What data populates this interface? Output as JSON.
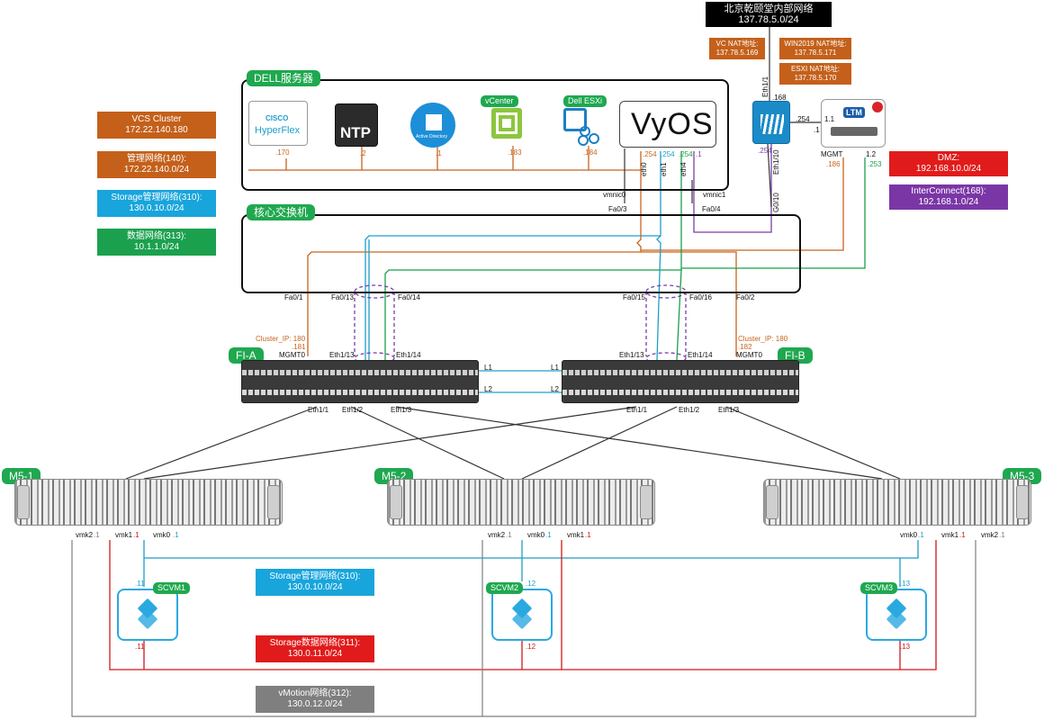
{
  "groups": {
    "dell_label": "DELL服务器",
    "core_label": "核心交换机"
  },
  "networks": {
    "beijing": [
      "北京乾颐堂内部网络",
      "137.78.5.0/24"
    ],
    "vc_nat": [
      "VC NAT地址:",
      "137.78.5.169"
    ],
    "win2019_nat": [
      "WIN2019 NAT地址:",
      "137.78.5.171"
    ],
    "esxi_nat": [
      "ESXI NAT地址:",
      "137.78.5.170"
    ],
    "vcs_cluster": [
      "VCS Cluster",
      "172.22.140.180"
    ],
    "mgmt": [
      "管理网络(140):",
      "172.22.140.0/24"
    ],
    "storage_mgmt_left": [
      "Storage管理网络(310):",
      "130.0.10.0/24"
    ],
    "data": [
      "数据网络(313):",
      "10.1.1.0/24"
    ],
    "dmz": [
      "DMZ:",
      "192.168.10.0/24"
    ],
    "interconnect": [
      "InterConnect(168):",
      "192.168.1.0/24"
    ],
    "storage_mgmt": [
      "Storage管理网络(310):",
      "130.0.10.0/24"
    ],
    "storage_data": [
      "Storage数据网络(311):",
      "130.0.11.0/24"
    ],
    "vmotion": [
      "vMotion网络(312):",
      "130.0.12.0/24"
    ]
  },
  "dell_servers": [
    {
      "name": "hyperflex",
      "label1": "CISCO",
      "label2": "HyperFlex",
      "ip": ".170"
    },
    {
      "name": "ntp",
      "label": "NTP",
      "ip": ".2"
    },
    {
      "name": "ad",
      "label": "Active Directory",
      "ip": ".1"
    },
    {
      "name": "vcenter",
      "tag": "vCenter",
      "ip": ".183"
    },
    {
      "name": "dell-esxi",
      "tag": "Dell ESXi",
      "ip": ".184"
    }
  ],
  "vyos": {
    "name": "VyOS",
    "ports": [
      "eth0",
      "eth1",
      "eth4",
      ".1"
    ],
    "ips": [
      ".254",
      ".254",
      ".254"
    ],
    "vmnic0": "vmnic0",
    "vmnic1": "vmnic1"
  },
  "firewall": {
    "eth11": "Eth1/1",
    "ip168": ".168",
    "eth110": "Eth1/10",
    "ip254": ".254",
    "ip254b": ".254",
    "ip1": ".1",
    "g010": "G0/10"
  },
  "ltm": {
    "label": "LTM",
    "ip11": "1.1",
    "ip12": "1.2",
    "mgmt": "MGMT",
    "mgmt_ip": ".186",
    "ip253": ".253"
  },
  "core_ports": {
    "fa01": "Fa0/1",
    "fa013": "Fa0/13",
    "fa014": "Fa0/14",
    "fa015": "Fa0/15",
    "fa016": "Fa0/16",
    "fa02": "Fa0/2",
    "fa03": "Fa0/3",
    "fa04": "Fa0/4"
  },
  "fi_a": {
    "tag": "FI-A",
    "cluster_ip": "Cluster_IP: 180",
    "mgmt_ip": ".181",
    "mgmt": "MGMT0",
    "eth113": "Eth1/13",
    "eth114": "Eth1/14",
    "eth11": "Eth1/1",
    "eth12": "Eth1/2",
    "eth13": "Eth1/3"
  },
  "fi_b": {
    "tag": "FI-B",
    "cluster_ip": "Cluster_IP: 180",
    "mgmt_ip": ".182",
    "mgmt": "MGMT0",
    "eth113": "Eth1/13",
    "eth114": "Eth1/14",
    "eth11": "Eth1/1",
    "eth12": "Eth1/2",
    "eth13": "Eth1/3"
  },
  "links": {
    "l1": "L1",
    "l2": "L2"
  },
  "servers": {
    "m51": {
      "tag": "M5-1",
      "vmk2": "vmk2",
      "vmk1": "vmk1",
      "vmk0": "vmk0",
      "ip": ".1"
    },
    "m52": {
      "tag": "M5-2",
      "vmk2": "vmk2",
      "vmk1": "vmk1",
      "vmk0": "vmk0",
      "ip": ".1"
    },
    "m53": {
      "tag": "M5-3",
      "vmk2": "vmk2",
      "vmk1": "vmk1",
      "vmk0": "vmk0",
      "ip": ".1"
    }
  },
  "scvms": [
    {
      "tag": "SCVM1",
      "top_ip": ".11",
      "bottom_ip": ".11"
    },
    {
      "tag": "SCVM2",
      "top_ip": ".12",
      "bottom_ip": ".12"
    },
    {
      "tag": "SCVM3",
      "top_ip": ".13",
      "bottom_ip": ".13"
    }
  ],
  "colors": {
    "mgmt": "#c4601a",
    "storage": "#18a5dc",
    "data": "#1ba14e",
    "dmz": "#e11b1b",
    "interconnect": "#7b36a6",
    "vmotion": "#7f7f7f"
  }
}
